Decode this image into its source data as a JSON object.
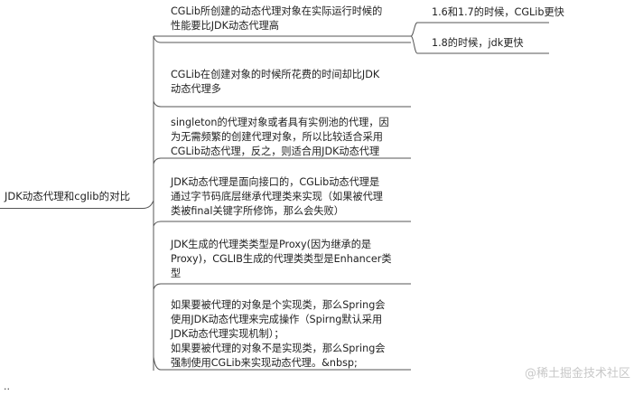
{
  "root": "JDK动态代理和cglib的对比",
  "branches": [
    {
      "lines": [
        "CGLib所创建的动态代理对象在实际运行时候的",
        "性能要比JDK动态代理高"
      ]
    },
    {
      "lines": [
        "CGLib在创建对象的时候所花费的时间却比JDK",
        "动态代理多"
      ]
    },
    {
      "lines": [
        "singleton的代理对象或者具有实例池的代理，因",
        "为无需频繁的创建代理对象，所以比较适合采用",
        "CGLib动态代理，反之，则适合用JDK动态代理"
      ]
    },
    {
      "lines": [
        "JDK动态代理是面向接口的，CGLib动态代理是",
        "通过字节码底层继承代理类来实现（如果被代理",
        "类被final关键字所修饰，那么会失败）"
      ]
    },
    {
      "lines": [
        "JDK生成的代理类类型是Proxy(因为继承的是",
        "Proxy)，CGLIB生成的代理类类型是Enhancer类",
        "型"
      ]
    },
    {
      "lines": [
        "如果要被代理的对象是个实现类，那么Spring会",
        "使用JDK动态代理来完成操作（Spirng默认采用",
        "JDK动态代理实现机制）；",
        "如果要被代理的对象不是实现类，那么Spring会",
        "强制使用CGLib来实现动态代理。&nbsp;"
      ]
    }
  ],
  "sub_branches": [
    {
      "lines": [
        "1.6和1.7的时候，CGLib更快"
      ]
    },
    {
      "lines": [
        "1.8的时候，jdk更快"
      ]
    }
  ],
  "watermark": "@稀土掘金技术社区",
  "cut_text": "··"
}
